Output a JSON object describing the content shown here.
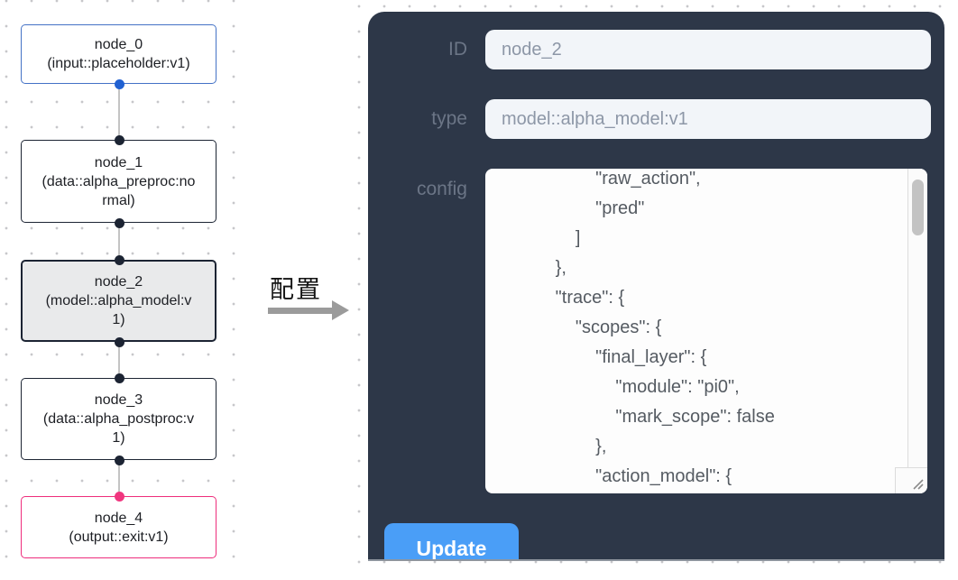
{
  "flow": {
    "nodes": [
      {
        "id": "node_0",
        "title": "node_0",
        "subtitle": "(input::placeholder:v1)",
        "variant": "input"
      },
      {
        "id": "node_1",
        "title": "node_1",
        "subtitle": "(data::alpha_preproc:normal)",
        "variant": "default"
      },
      {
        "id": "node_2",
        "title": "node_2",
        "subtitle": "(model::alpha_model:v1)",
        "variant": "selected"
      },
      {
        "id": "node_3",
        "title": "node_3",
        "subtitle": "(data::alpha_postproc:v1)",
        "variant": "default"
      },
      {
        "id": "node_4",
        "title": "node_4",
        "subtitle": "(output::exit:v1)",
        "variant": "output"
      }
    ],
    "colors": {
      "input_node_border": "#4472c6",
      "input_port": "#2161d2",
      "default_node_border": "#1c2433",
      "default_port": "#1c2433",
      "output_node_border": "#ee2d7c",
      "output_port": "#f0367f",
      "selected_node_bg": "#e9eaeb",
      "connector": "#c4c4c4"
    }
  },
  "annotation": {
    "label": "配置"
  },
  "panel": {
    "id_label": "ID",
    "id_value": "node_2",
    "type_label": "type",
    "type_value": "model::alpha_model:v1",
    "config_label": "config",
    "config_text": "                    \"raw_action\",\n                    \"pred\"\n                ]\n            },\n            \"trace\": {\n                \"scopes\": {\n                    \"final_layer\": {\n                        \"module\": \"pi0\",\n                        \"mark_scope\": false\n                    },\n                    \"action_model\": {",
    "update_label": "Update",
    "colors": {
      "panel_bg": "#2d3748",
      "field_bg": "#f2f5f9",
      "label_text": "#6b7586",
      "value_text": "#8d97a7",
      "button_bg": "#4a9ef7",
      "button_text": "#ffffff"
    }
  }
}
